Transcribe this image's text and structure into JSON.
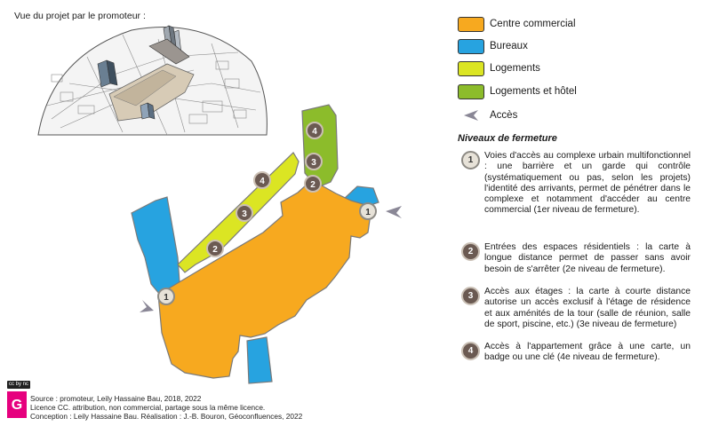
{
  "header": {
    "title": "Vue du projet par le promoteur :"
  },
  "legend": [
    {
      "label": "Centre commercial",
      "color": "#f7a91f",
      "icon": "swatch"
    },
    {
      "label": "Bureaux",
      "color": "#27a3e0",
      "icon": "swatch"
    },
    {
      "label": "Logements",
      "color": "#dbe523",
      "icon": "swatch"
    },
    {
      "label": "Logements et hôtel",
      "color": "#8cbc2b",
      "icon": "swatch"
    },
    {
      "label": "Accès",
      "color": "#8a8796",
      "icon": "arrow-icon"
    }
  ],
  "levels": {
    "title": "Niveaux de fermeture",
    "items": [
      {
        "num": "1",
        "text": "Voies d'accès au complexe urbain multifonctionnel : une barrière et un garde qui contrôle (systématiquement ou pas, selon les projets) l'identité des arrivants, permet de pénétrer dans le complexe et notamment d'accéder au centre commercial (1er niveau de fermeture)."
      },
      {
        "num": "2",
        "text": "Entrées des espaces résidentiels : la carte à longue distance permet de passer sans avoir besoin de s'arrêter (2e niveau de fermeture)."
      },
      {
        "num": "3",
        "text": "Accès aux étages : la carte à courte distance autorise un accès exclusif à l'étage de résidence et aux aménités de la tour (salle de réunion, salle de sport, piscine, etc.) (3e niveau de fermeture)"
      },
      {
        "num": "4",
        "text": "Accès à l'appartement grâce à une carte, un badge ou une clé (4e niveau de fermeture)."
      }
    ]
  },
  "map_markers": [
    "1",
    "1",
    "2",
    "2",
    "3",
    "3",
    "4",
    "4"
  ],
  "footer": {
    "cc_label": "cc by nc sa",
    "logo_text": "G",
    "source": "Source : promoteur, Leily Hassaine Bau, 2018, 2022",
    "licence": "Licence CC. attribution, non commercial, partage sous la même licence.",
    "credits": "Conception : Leily Hassaine Bau. Réalisation : J.-B. Bouron, Géoconfluences, 2022"
  }
}
